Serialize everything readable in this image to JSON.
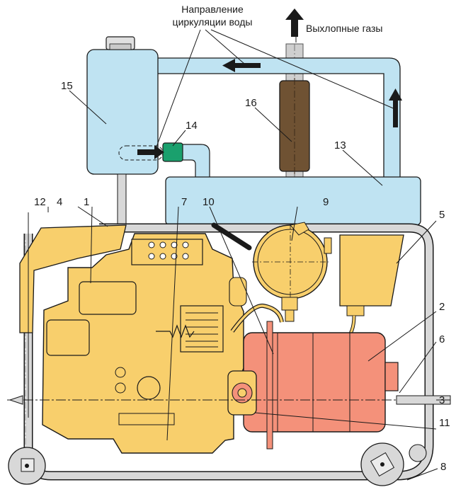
{
  "annotations": {
    "water_circulation_line1": "Направление",
    "water_circulation_line2": "циркуляции воды",
    "exhaust_gases": "Выхлопные газы"
  },
  "callouts": [
    "1",
    "2",
    "3",
    "4",
    "5",
    "6",
    "7",
    "8",
    "9",
    "10",
    "11",
    "12",
    "13",
    "14",
    "15",
    "16"
  ],
  "colors": {
    "water": "#bfe3f2",
    "engine": "#f8cf6c",
    "generator": "#f4917a",
    "muffler": "#6f5233",
    "frame": "#d8d8d8",
    "valve": "#1aa06d",
    "outline": "#1a1a1a"
  }
}
